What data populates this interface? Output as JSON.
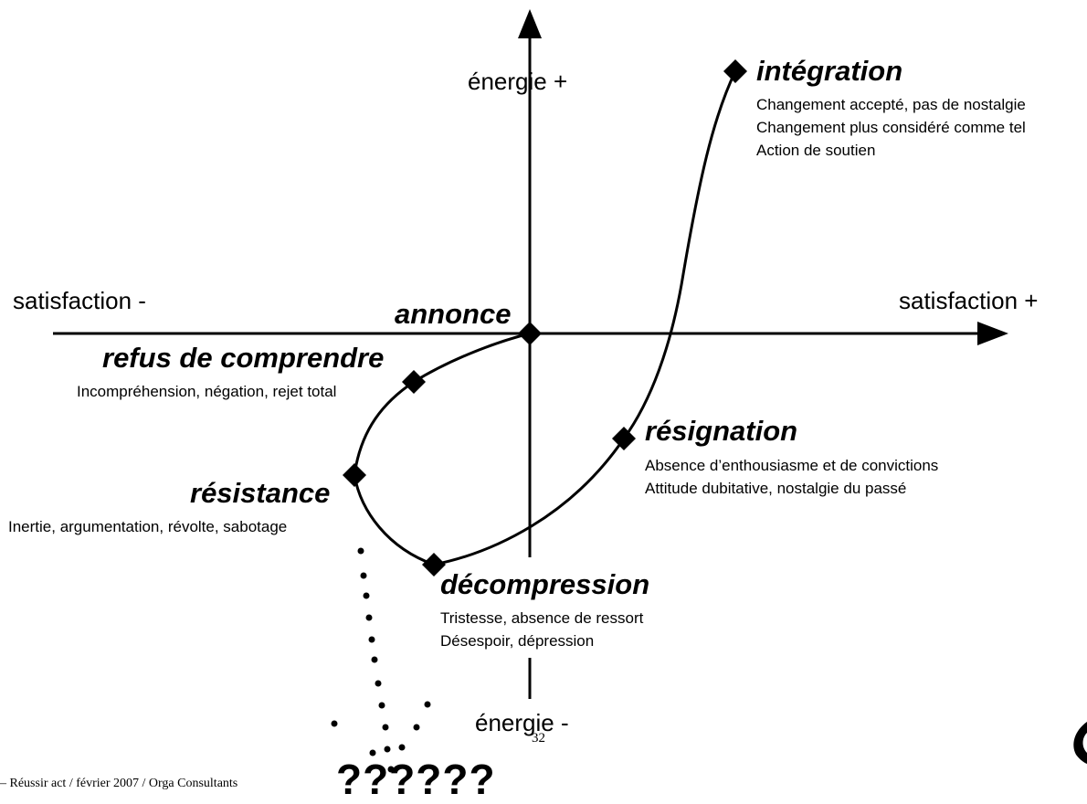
{
  "axes": {
    "y_top": "énergie +",
    "y_bottom": "énergie -",
    "x_left": "satisfaction -",
    "x_right": "satisfaction +"
  },
  "stages": {
    "annonce": {
      "title": "annonce"
    },
    "refus": {
      "title": "refus de comprendre",
      "lines": [
        "Incompréhension, négation, rejet total"
      ]
    },
    "resistance": {
      "title": "résistance",
      "lines": [
        "Inertie, argumentation, révolte, sabotage"
      ]
    },
    "decompression": {
      "title": "décompression",
      "lines": [
        "Tristesse, absence de ressort",
        "Désespoir, dépression"
      ]
    },
    "resignation": {
      "title": "résignation",
      "lines": [
        "Absence d’enthousiasme et de convictions",
        "Attitude dubitative, nostalgie du passé"
      ]
    },
    "integration": {
      "title": "intégration",
      "lines": [
        "Changement accepté, pas de nostalgie",
        "Changement plus considéré comme tel",
        "Action de soutien"
      ]
    }
  },
  "question_marks": "??????",
  "page_number": "32",
  "footer": "– Réussir act / février 2007 / Orga Consultants",
  "colors": {
    "ink": "#000000",
    "background": "#ffffff"
  }
}
